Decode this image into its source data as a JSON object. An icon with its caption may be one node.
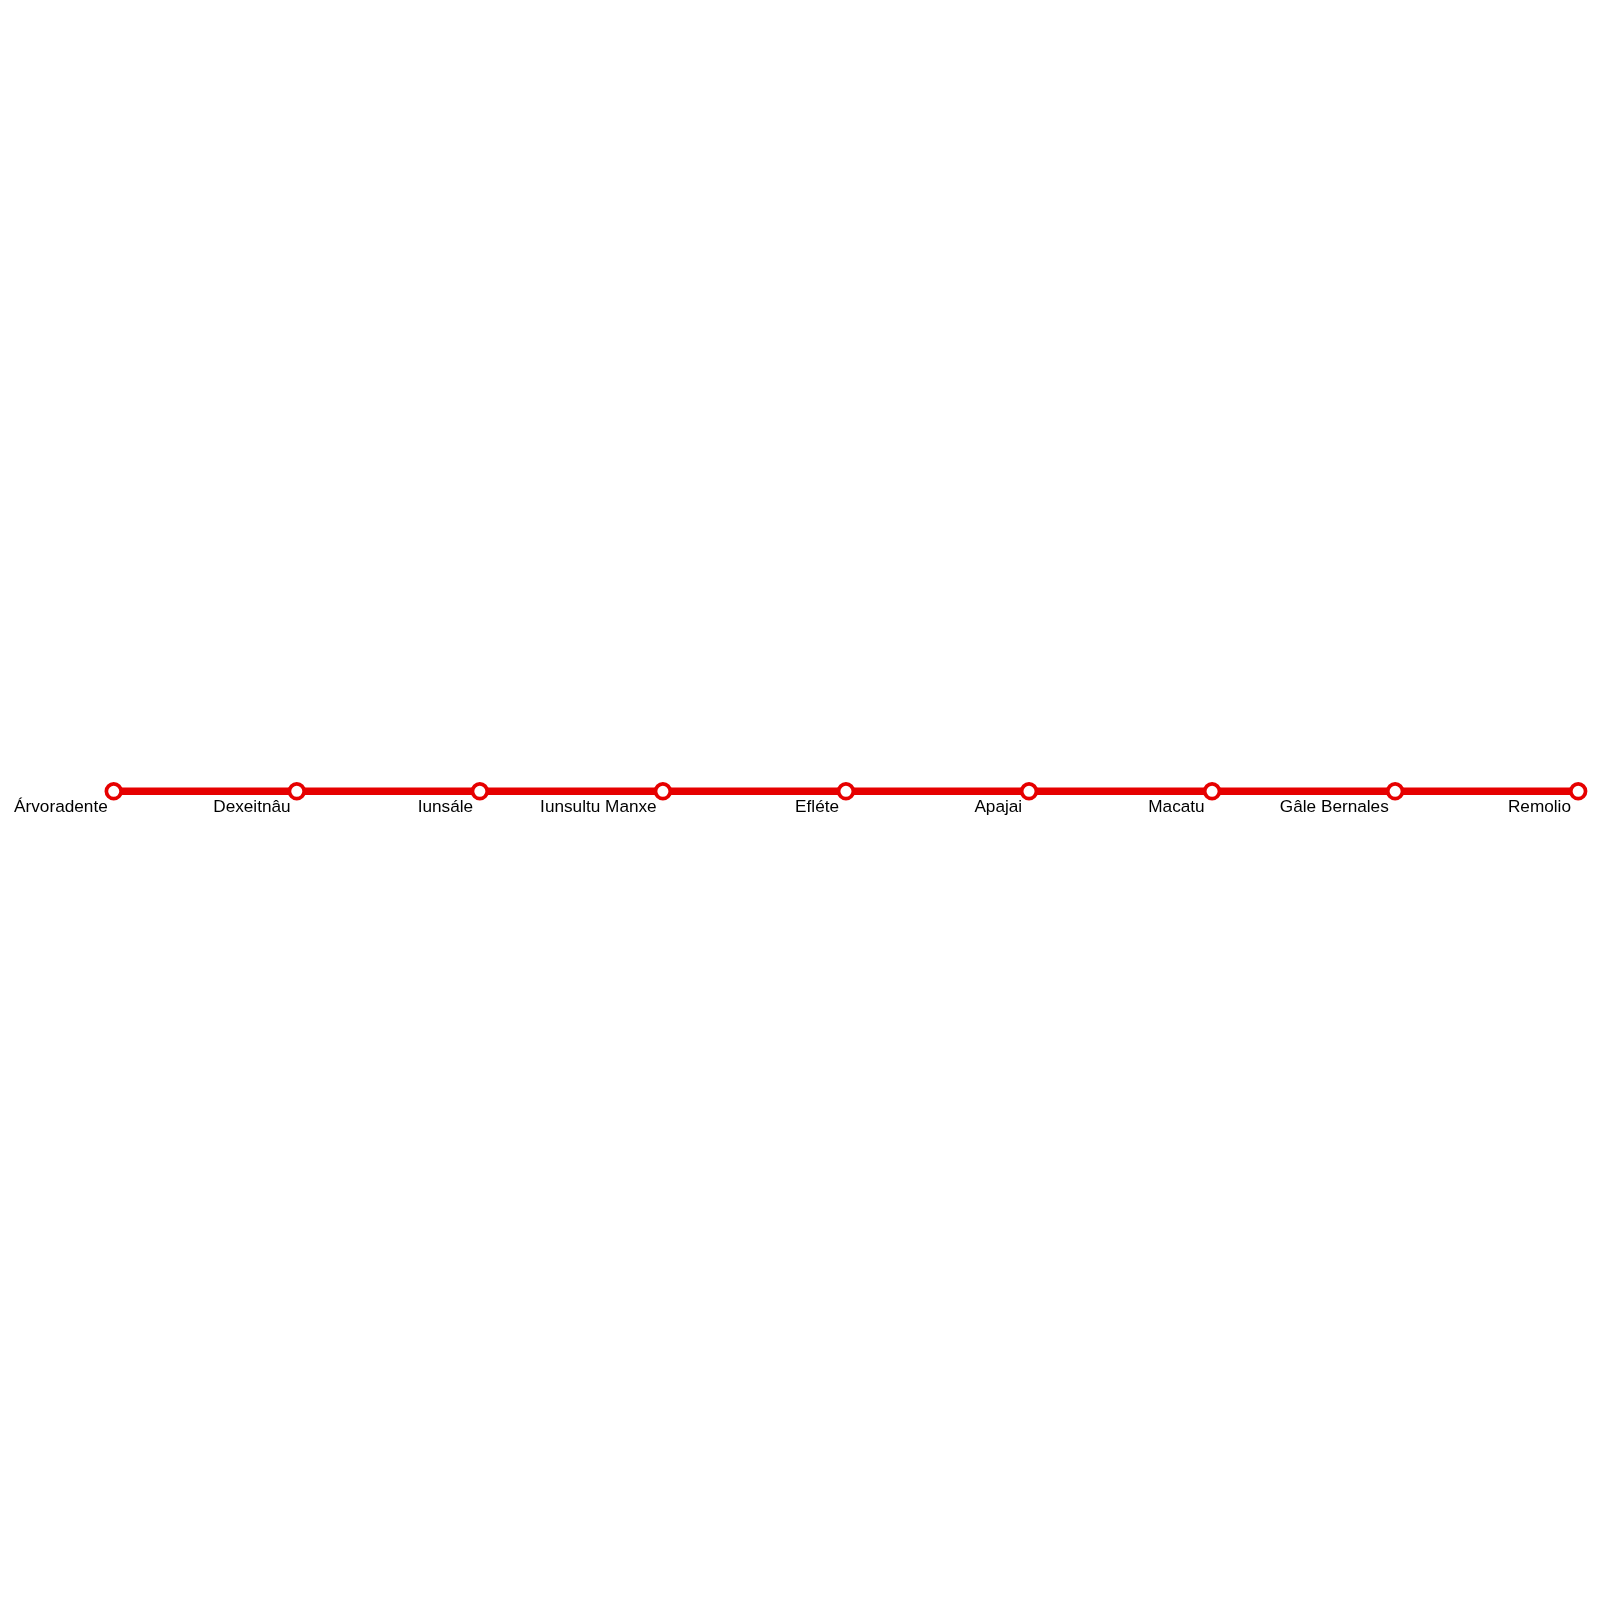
{
  "diagram": {
    "nodes": [
      {
        "text": [
          "Árvoradente"
        ]
      },
      {
        "text": [
          "Dexeitnâu"
        ]
      },
      {
        "text": [
          "Iunsále"
        ]
      },
      {
        "text": [
          "Iunsultu Manxe"
        ]
      },
      {
        "text": [
          "Efléte"
        ]
      },
      {
        "text": [
          "Apajai"
        ]
      },
      {
        "text": [
          "Macatu"
        ]
      },
      {
        "text": [
          "Gâle Bernales"
        ]
      },
      {
        "text": [
          "Remolio"
        ]
      }
    ],
    "edges": [
      {
        "from": 0,
        "to": 1,
        "arrow": "none"
      },
      {
        "from": 1,
        "to": 2,
        "arrow": "none"
      },
      {
        "from": 2,
        "to": 3,
        "arrow": "none"
      },
      {
        "from": 3,
        "to": 4,
        "arrow": "none"
      },
      {
        "from": 4,
        "to": 5,
        "arrow": "none"
      },
      {
        "from": 5,
        "to": 6,
        "arrow": "none"
      },
      {
        "from": 6,
        "to": 7,
        "arrow": "none"
      },
      {
        "from": 7,
        "to": 8,
        "arrow": "none"
      }
    ]
  }
}
